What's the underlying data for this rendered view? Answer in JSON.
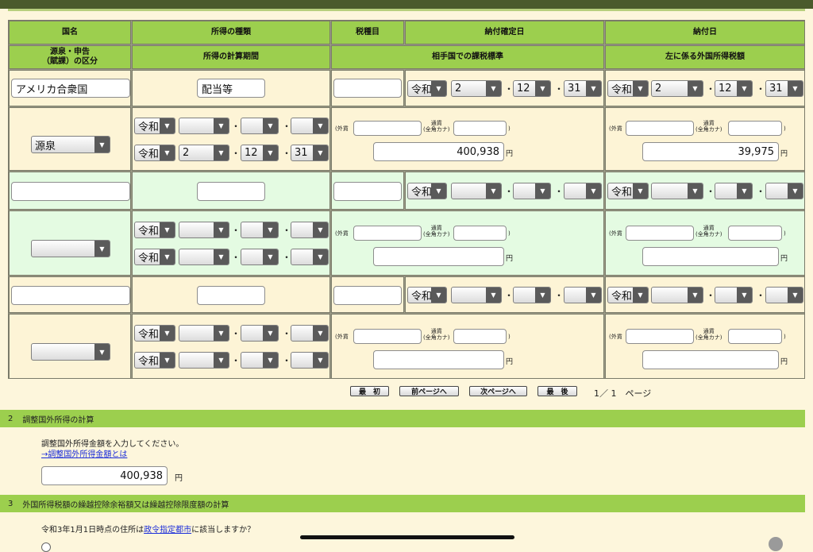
{
  "headers": {
    "country": "国名",
    "income_type": "所得の種類",
    "tax_item": "税種目",
    "payment_confirm_date": "納付確定日",
    "payment_date": "納付日",
    "source_category": "源泉・申告\n（賦課）の区分",
    "calc_period": "所得の計算期間",
    "tax_base": "相手国での課税標準",
    "foreign_tax": "左に係る外国所得税額"
  },
  "labels": {
    "era": "令和",
    "foreign_currency": "(外貨",
    "currency_label": "通貨\n(全角カナ)",
    "close_paren": ")",
    "yen": "円",
    "dot": "・"
  },
  "row1": {
    "country": "アメリカ合衆国",
    "income_type": "配当等",
    "tax_item": "",
    "confirm_era": "令和",
    "confirm_year": "2",
    "confirm_month": "12",
    "confirm_day": "31",
    "pay_era": "令和",
    "pay_year": "2",
    "pay_month": "12",
    "pay_day": "31",
    "source": "源泉",
    "period_start_era": "令和",
    "period_start_year": "",
    "period_start_month": "",
    "period_start_day": "",
    "period_end_era": "令和",
    "period_end_year": "2",
    "period_end_month": "12",
    "period_end_day": "31",
    "tax_base_yen": "400,938",
    "foreign_tax_yen": "39,975"
  },
  "pager": {
    "first": "最　初",
    "prev": "前ページへ",
    "next": "次ページへ",
    "last": "最　後",
    "page_info": "1／ 1　ページ"
  },
  "section2": {
    "num": "2",
    "title": "調整国外所得の計算",
    "instruction": "調整国外所得金額を入力してください。",
    "link": "→調整国外所得金額とは",
    "amount": "400,938",
    "unit": "円"
  },
  "section3": {
    "num": "3",
    "title": "外国所得税額の繰越控除余裕額又は繰越控除限度額の計算",
    "question_prefix": "令和3年1月1日時点の住所は",
    "question_link": "政令指定都市",
    "question_suffix": "に該当しますか？"
  }
}
